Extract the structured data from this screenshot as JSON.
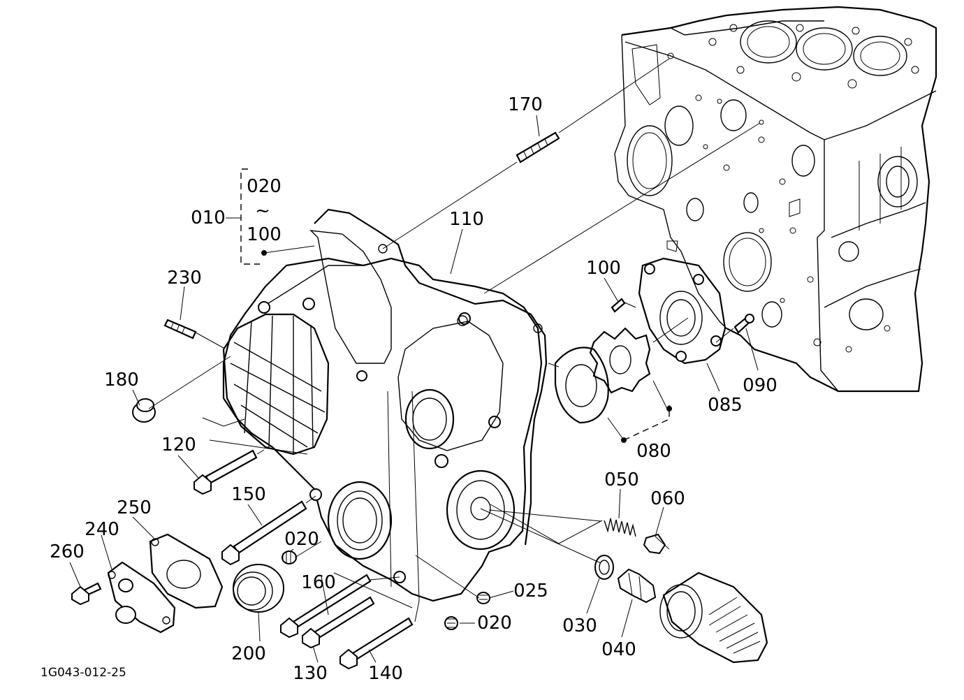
{
  "diagram_code": "1G043-012-25",
  "labels": {
    "p010": "010",
    "p020_range_start": "020",
    "range_tilde": "~",
    "p100_range_end": "100",
    "p020_top": "020",
    "p020_bottom": "020",
    "p025": "025",
    "p030": "030",
    "p040": "040",
    "p050": "050",
    "p060": "060",
    "p080": "080",
    "p085": "085",
    "p090": "090",
    "p100": "100",
    "p110": "110",
    "p120": "120",
    "p130": "130",
    "p140": "140",
    "p150": "150",
    "p160": "160",
    "p170": "170",
    "p180": "180",
    "p200": "200",
    "p230": "230",
    "p240": "240",
    "p250": "250",
    "p260": "260"
  }
}
